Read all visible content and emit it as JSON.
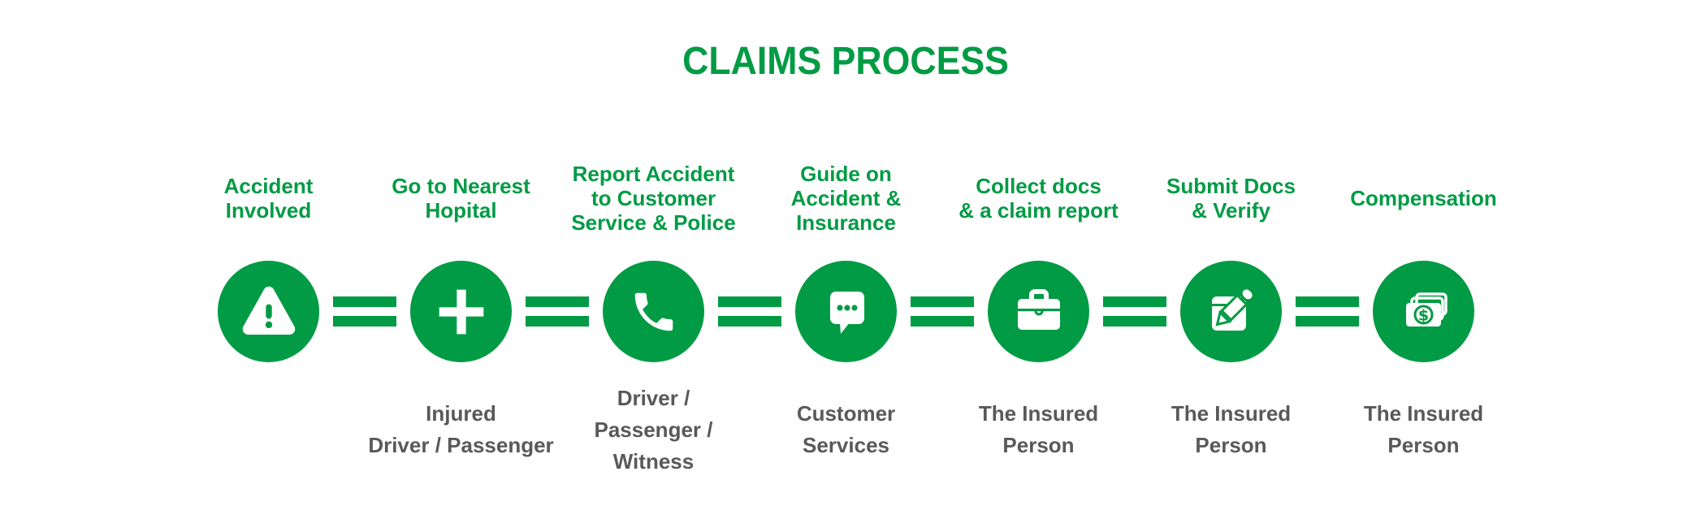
{
  "title": "CLAIMS PROCESS",
  "colors": {
    "green": "#009B44",
    "gray": "#58595B",
    "icon_fill": "#ffffff"
  },
  "steps": [
    {
      "top_label": "Accident\nInvolved",
      "icon": "warning-triangle-icon",
      "bottom_label": ""
    },
    {
      "top_label": "Go to Nearest\nHopital",
      "icon": "medical-cross-icon",
      "bottom_label": "Injured\nDriver / Passenger"
    },
    {
      "top_label": "Report Accident\nto Customer\nService & Police",
      "icon": "phone-icon",
      "bottom_label": "Driver /\nPassenger /\nWitness"
    },
    {
      "top_label": "Guide on\nAccident &\nInsurance",
      "icon": "chat-bubble-icon",
      "bottom_label": "Customer\nServices"
    },
    {
      "top_label": "Collect docs\n& a claim report",
      "icon": "briefcase-icon",
      "bottom_label": "The Insured\nPerson"
    },
    {
      "top_label": "Submit Docs\n& Verify",
      "icon": "edit-pencil-icon",
      "bottom_label": "The Insured\nPerson"
    },
    {
      "top_label": "Compensation",
      "icon": "money-banknotes-icon",
      "bottom_label": "The Insured\nPerson"
    }
  ]
}
